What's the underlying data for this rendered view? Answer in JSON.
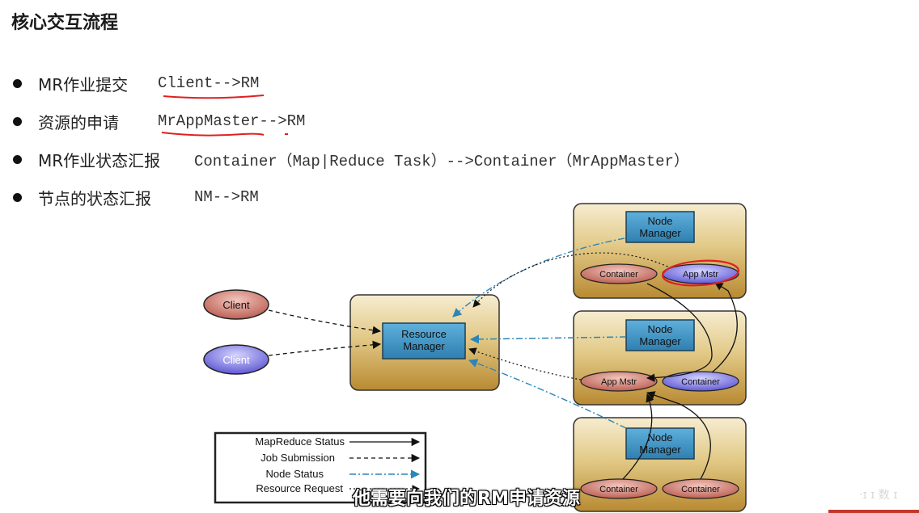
{
  "slide": {
    "title": "核心交互流程",
    "bullets": [
      {
        "label": "MR作业提交",
        "detail": "Client-->RM"
      },
      {
        "label": "资源的申请",
        "detail": "MrAppMaster-->RM"
      },
      {
        "label": "MR作业状态汇报",
        "detail": "Container（Map|Reduce Task）-->Container（MrAppMaster）"
      },
      {
        "label": "节点的状态汇报",
        "detail": "NM-->RM"
      }
    ]
  },
  "diagram": {
    "clients": [
      "Client",
      "Client"
    ],
    "resource_manager": {
      "line1": "Resource",
      "line2": "Manager"
    },
    "node_managers": [
      {
        "nm_line1": "Node",
        "nm_line2": "Manager",
        "left_pill": "Container",
        "right_pill": "App Mstr"
      },
      {
        "nm_line1": "Node",
        "nm_line2": "Manager",
        "left_pill": "App Mstr",
        "right_pill": "Container"
      },
      {
        "nm_line1": "Node",
        "nm_line2": "Manager",
        "left_pill": "Container",
        "right_pill": "Container"
      }
    ],
    "legend": [
      "MapReduce Status",
      "Job Submission",
      "Node Status",
      "Resource Request"
    ]
  },
  "caption": "他需要向我们的RM申请资源",
  "watermark": "·ɪ ɪ 数 ɪ",
  "colors": {
    "box_gold": "#c9a24e",
    "box_light": "#f3e6c2",
    "manager_blue": "#3a8fc0",
    "pill_red": "#c97468",
    "pill_purple": "#6b63d8",
    "node_status_blue": "#2b86b8",
    "annotation_red": "#e02020"
  }
}
